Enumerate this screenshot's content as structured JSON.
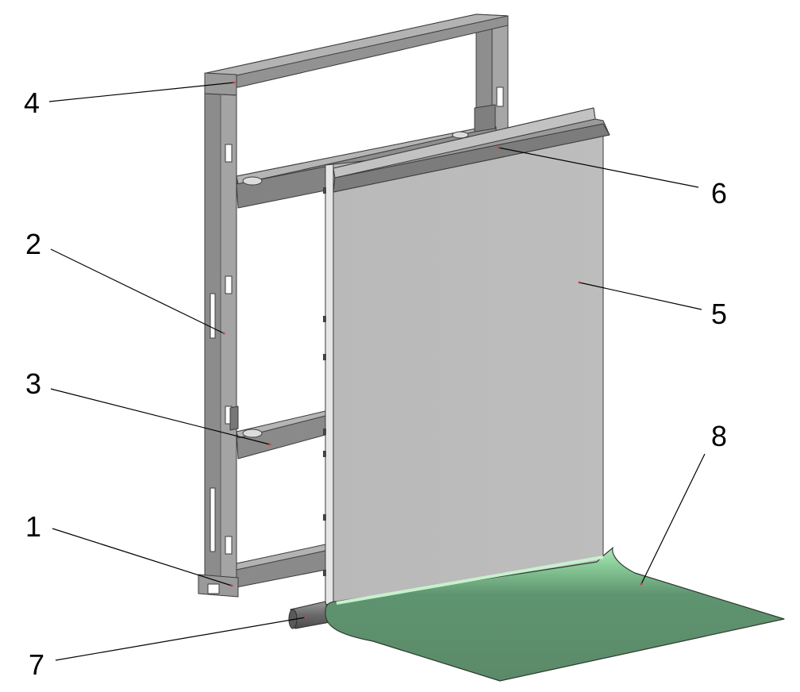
{
  "diagram": {
    "callouts": [
      {
        "id": "callout-1",
        "label": "1"
      },
      {
        "id": "callout-2",
        "label": "2"
      },
      {
        "id": "callout-3",
        "label": "3"
      },
      {
        "id": "callout-4",
        "label": "4"
      },
      {
        "id": "callout-5",
        "label": "5"
      },
      {
        "id": "callout-6",
        "label": "6"
      },
      {
        "id": "callout-7",
        "label": "7"
      },
      {
        "id": "callout-8",
        "label": "8"
      }
    ]
  },
  "colors": {
    "frame": "#8f8f8f",
    "frame_dark": "#6c6c6c",
    "frame_light": "#b4b4b4",
    "panel": "#bcbcbc",
    "panel_edge": "#e4e4e4",
    "rail": "#9a9a9a",
    "roller": "#707070",
    "mat": "#5d8d6c",
    "mat_light": "#9fd4ab",
    "leader": "#000000",
    "point": "#d04040"
  }
}
